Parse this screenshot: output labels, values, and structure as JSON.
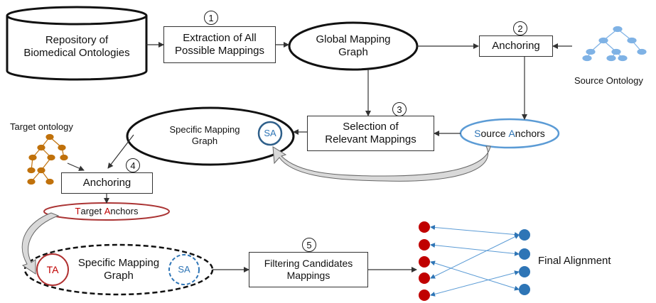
{
  "diagram": {
    "repository_label": "Repository of\nBiomedical Ontologies",
    "extraction_label": "Extraction of All\nPossible Mappings",
    "global_graph_label": "Global Mapping\nGraph",
    "anchoring_top_label": "Anchoring",
    "source_ontology_label": "Source Ontology",
    "target_ontology_label": "Target ontology",
    "specific_graph_top_label": "Specific Mapping\nGraph",
    "sa_label": "SA",
    "selection_label": "Selection of\nRelevant Mappings",
    "source_anchors": {
      "first_letter": "S",
      "rest1": "ource ",
      "second_letter": "A",
      "rest2": "nchors"
    },
    "anchoring_bottom_label": "Anchoring",
    "target_anchors": {
      "first_letter": "T",
      "rest1": "arget ",
      "second_letter": "A",
      "rest2": "nchors"
    },
    "ta_label": "TA",
    "specific_graph_bottom_label": "Specific Mapping\nGraph",
    "sa_bottom_label": "SA",
    "filtering_label": "Filtering Candidates\nMappings",
    "final_alignment_label": "Final Alignment",
    "steps": [
      "1",
      "2",
      "3",
      "4",
      "5"
    ],
    "colors": {
      "red": "#c00000",
      "blue": "#2e75b6",
      "source_node": "#7fb2e5",
      "target_node": "#c0710b"
    }
  }
}
